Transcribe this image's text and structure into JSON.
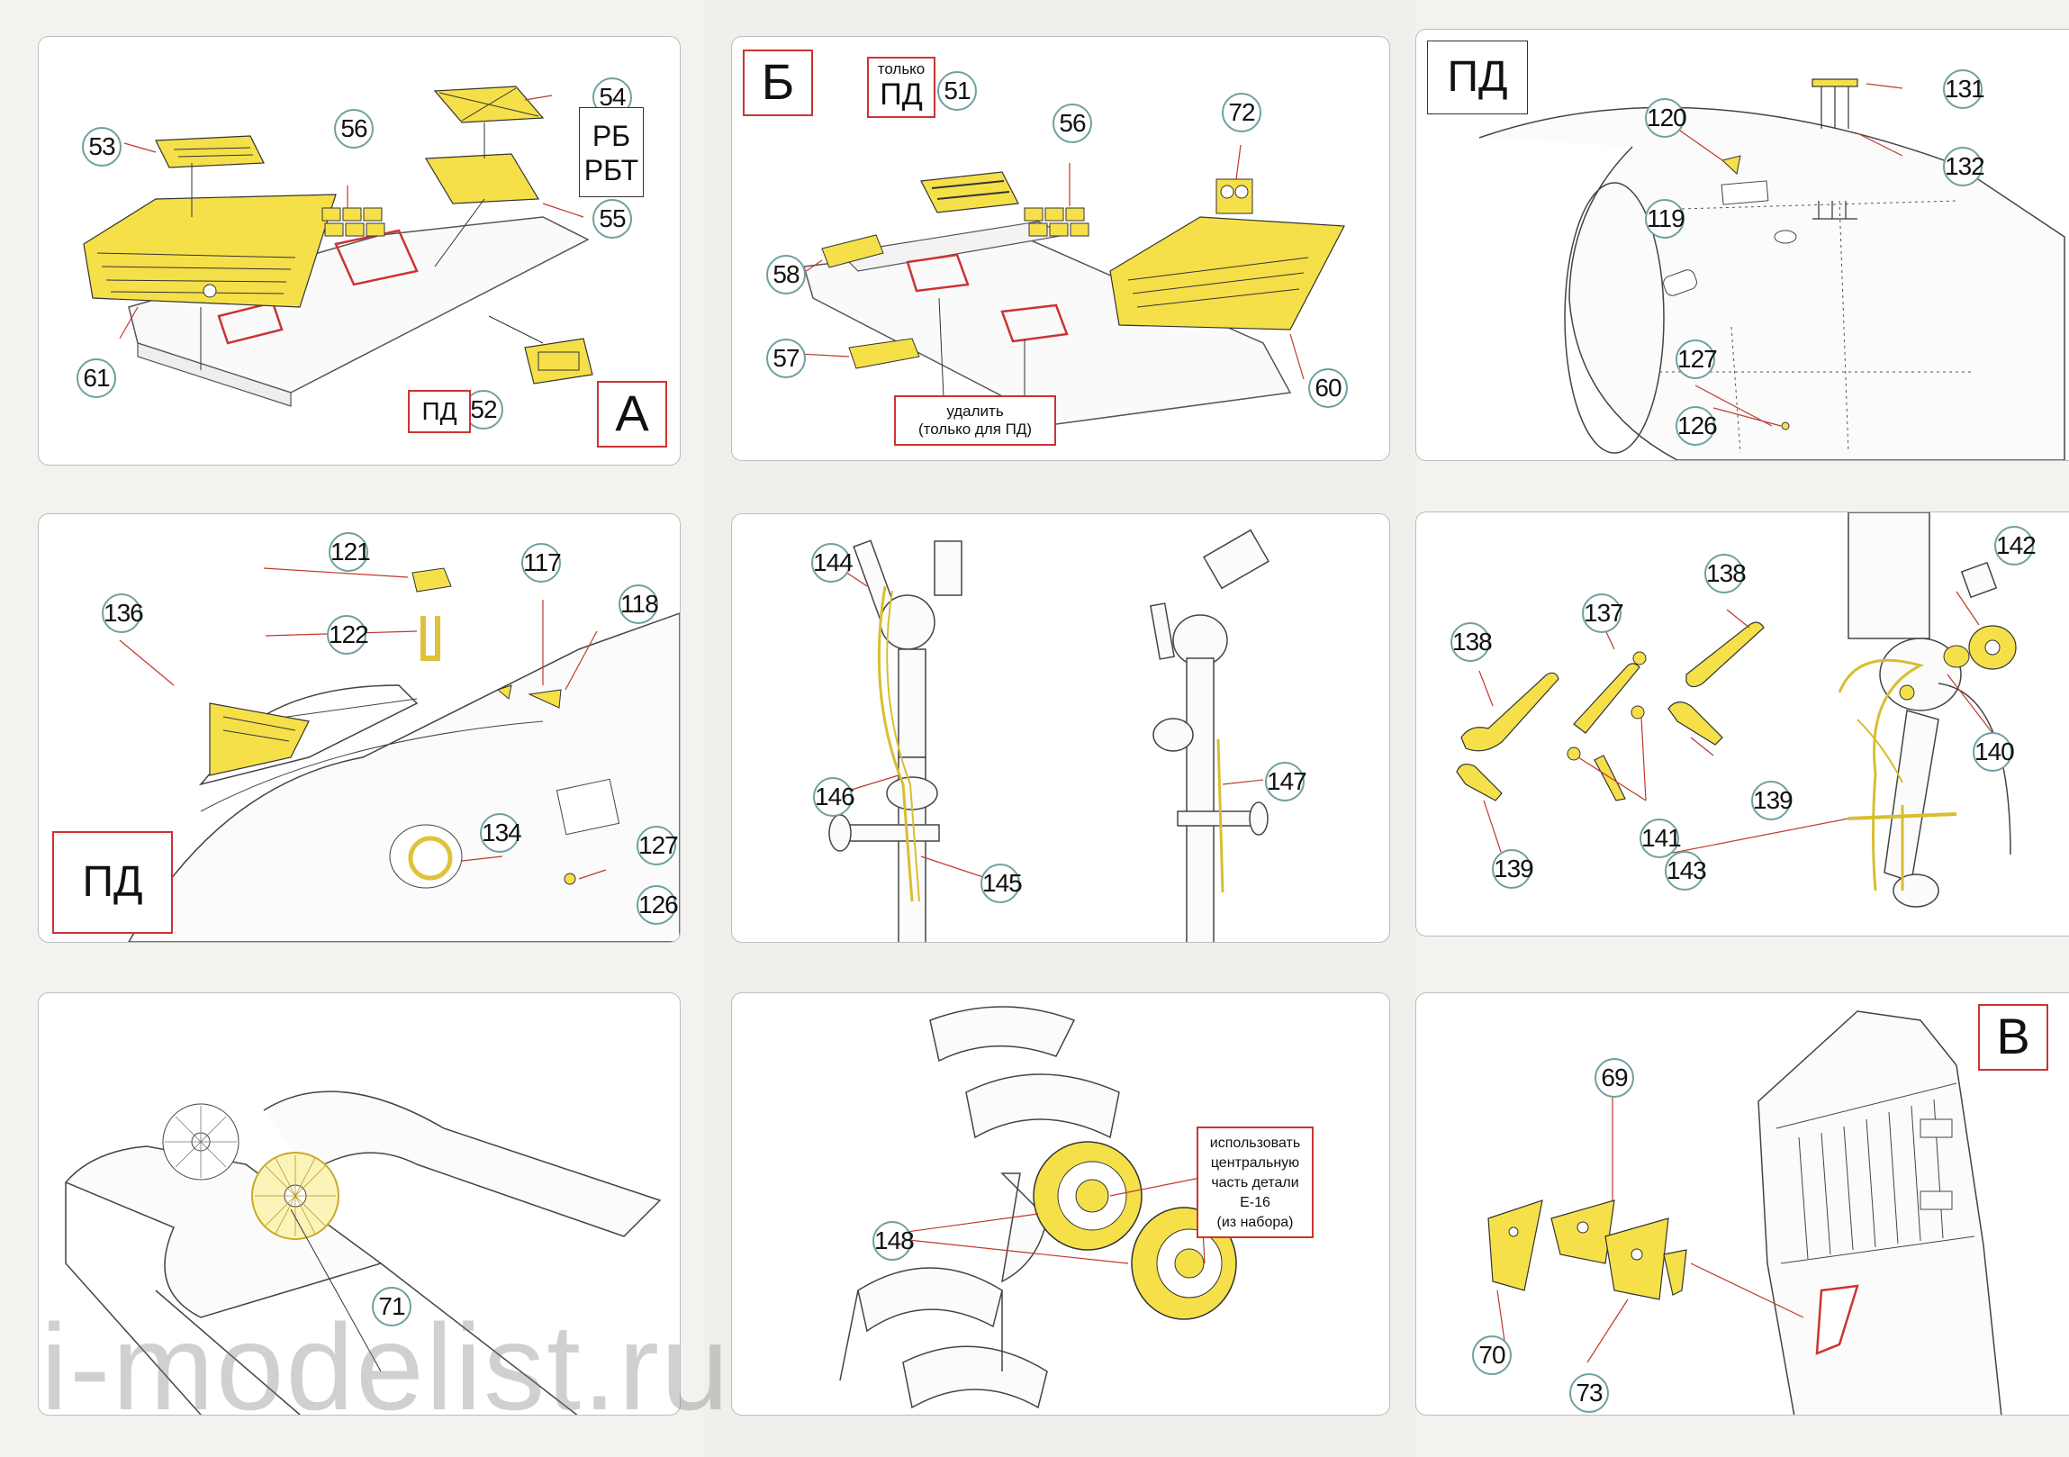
{
  "panels": {
    "p1": {
      "letter": "А",
      "callouts": [
        "53",
        "56",
        "54",
        "55",
        "61",
        "52"
      ],
      "tags": {
        "rb": "РБ",
        "rbt": "РБТ",
        "pd": "ПД"
      }
    },
    "p2": {
      "letter": "Б",
      "tag_only": "только",
      "tag_pd": "ПД",
      "callouts": [
        "51",
        "56",
        "72",
        "58",
        "57",
        "60"
      ],
      "note_remove_1": "удалить",
      "note_remove_2": "(только для ПД)"
    },
    "p3": {
      "tag_pd": "ПД",
      "callouts": [
        "131",
        "120",
        "132",
        "119",
        "127",
        "126"
      ]
    },
    "p4": {
      "tag_pd": "ПД",
      "callouts": [
        "121",
        "117",
        "136",
        "122",
        "118",
        "134",
        "127",
        "126"
      ]
    },
    "p5": {
      "callouts": [
        "144",
        "146",
        "147",
        "145"
      ]
    },
    "p6": {
      "callouts": [
        "142",
        "138",
        "137",
        "138",
        "140",
        "139",
        "141",
        "139",
        "143"
      ]
    },
    "p7": {
      "callouts": [
        "71"
      ]
    },
    "p8": {
      "callouts": [
        "148"
      ],
      "note_lines": [
        "использовать",
        "центральную",
        "часть детали",
        "Е-16",
        "(из набора)"
      ]
    },
    "p9": {
      "letter": "В",
      "callouts": [
        "69",
        "70",
        "73"
      ]
    }
  },
  "watermark": "i-modelist.ru",
  "colors": {
    "part_yellow": "#f5e04a",
    "callout_ring": "#6fa0a0",
    "red_tag": "#cc3333",
    "arrow_red": "#c0392b"
  }
}
